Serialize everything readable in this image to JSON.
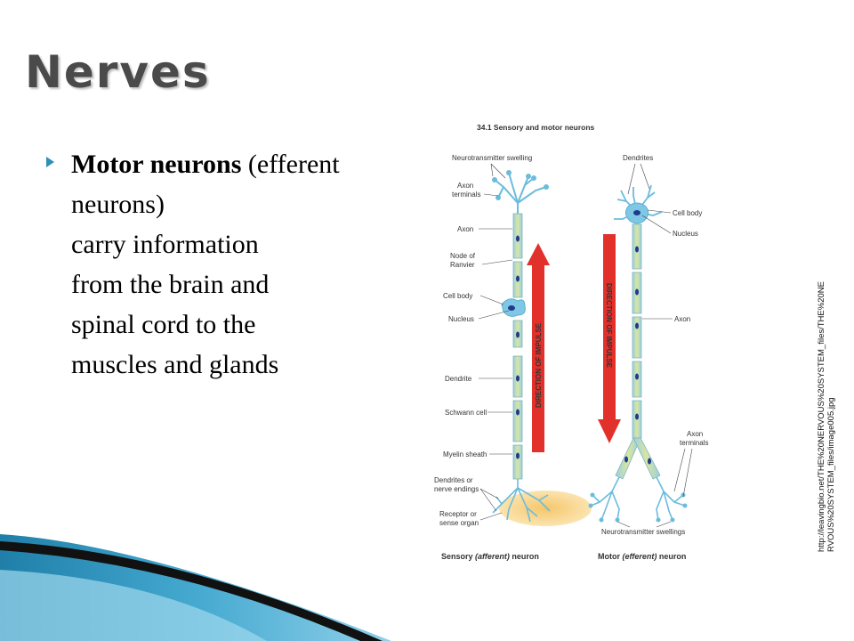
{
  "slide": {
    "title": "Nerves",
    "bullet": {
      "term": "Motor neurons",
      "lines_first": " (efferent neurons)",
      "lines": [
        "carry information",
        "from the brain and",
        "spinal cord to the",
        "muscles and glands"
      ]
    }
  },
  "figure": {
    "caption": "34.1 Sensory and motor neurons",
    "sensory_labels": {
      "neurotransmitter_swelling": "Neurotransmitter swelling",
      "axon_terminals_1": "Axon",
      "axon_terminals_2": "terminals",
      "axon": "Axon",
      "node_1": "Node of",
      "node_2": "Ranvier",
      "cell_body": "Cell body",
      "nucleus": "Nucleus",
      "dendrite": "Dendrite",
      "schwann": "Schwann cell",
      "myelin": "Myelin sheath",
      "dendrites_1": "Dendrites or",
      "dendrites_2": "nerve endings",
      "receptor_1": "Receptor or",
      "receptor_2": "sense organ"
    },
    "motor_labels": {
      "dendrites": "Dendrites",
      "cell_body": "Cell body",
      "nucleus": "Nucleus",
      "axon": "Axon",
      "axon_terminals_1": "Axon",
      "axon_terminals_2": "terminals",
      "swellings": "Neurotransmitter swellings"
    },
    "arrow_text": "DIRECTION OF IMPULSE",
    "sensory_title": "Sensory",
    "sensory_italic": "(afferent)",
    "sensory_suffix": "neuron",
    "motor_title": "Motor",
    "motor_italic": "(efferent)",
    "motor_suffix": "neuron"
  },
  "citation": {
    "line1": "http://leavingbio.net/THE%20NERVOUS%20SYSTEM_files/THE%20NE",
    "line2": "RVOUS%20SYSTEM_files/image005.jpg"
  },
  "colors": {
    "accent": "#2e8fb8",
    "arrow": "#e2312b",
    "nerve": "#8fd0e8",
    "sheath": "#c8dc8a"
  }
}
